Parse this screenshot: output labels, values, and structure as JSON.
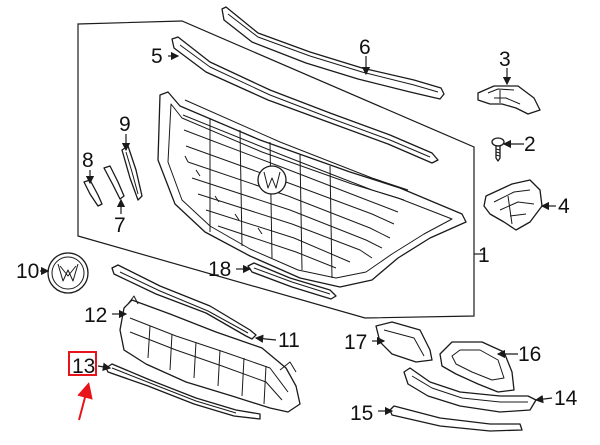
{
  "callouts": {
    "c1": "1",
    "c2": "2",
    "c3": "3",
    "c4": "4",
    "c5": "5",
    "c6": "6",
    "c7": "7",
    "c8": "8",
    "c9": "9",
    "c10": "10",
    "c11": "11",
    "c12": "12",
    "c13": "13",
    "c14": "14",
    "c15": "15",
    "c16": "16",
    "c17": "17",
    "c18": "18"
  },
  "highlighted_callout": "13",
  "colors": {
    "line": "#1a1a1a",
    "highlight": "#e8141c",
    "background": "#ffffff"
  }
}
